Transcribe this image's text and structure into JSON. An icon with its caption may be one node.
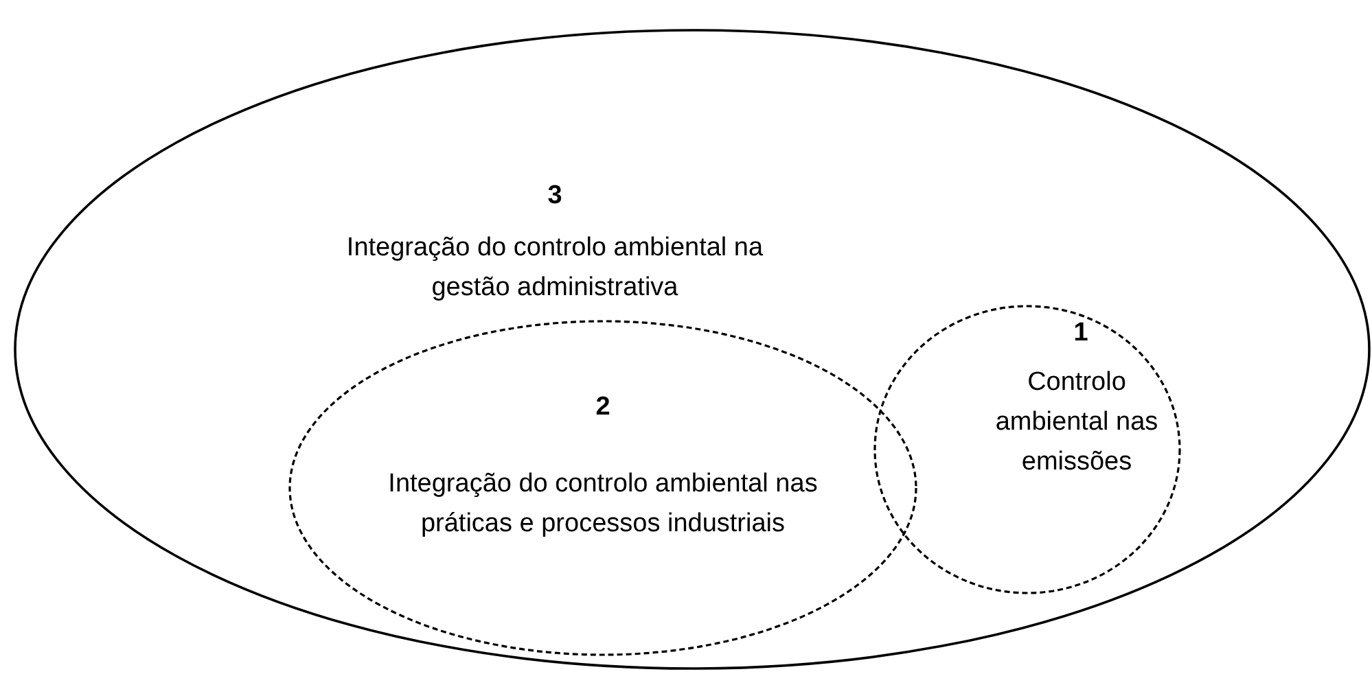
{
  "diagram": {
    "nodes": [
      {
        "text": [
          "3",
          "Integração do controlo ambiental na gestão administrativa"
        ]
      },
      {
        "text": [
          "1",
          "Controlo ambiental nas emissões"
        ],
        "in": 0
      },
      {
        "text": [
          "2",
          "Integração do controlo ambiental nas práticas e processos industriais"
        ],
        "in": 0
      }
    ]
  }
}
